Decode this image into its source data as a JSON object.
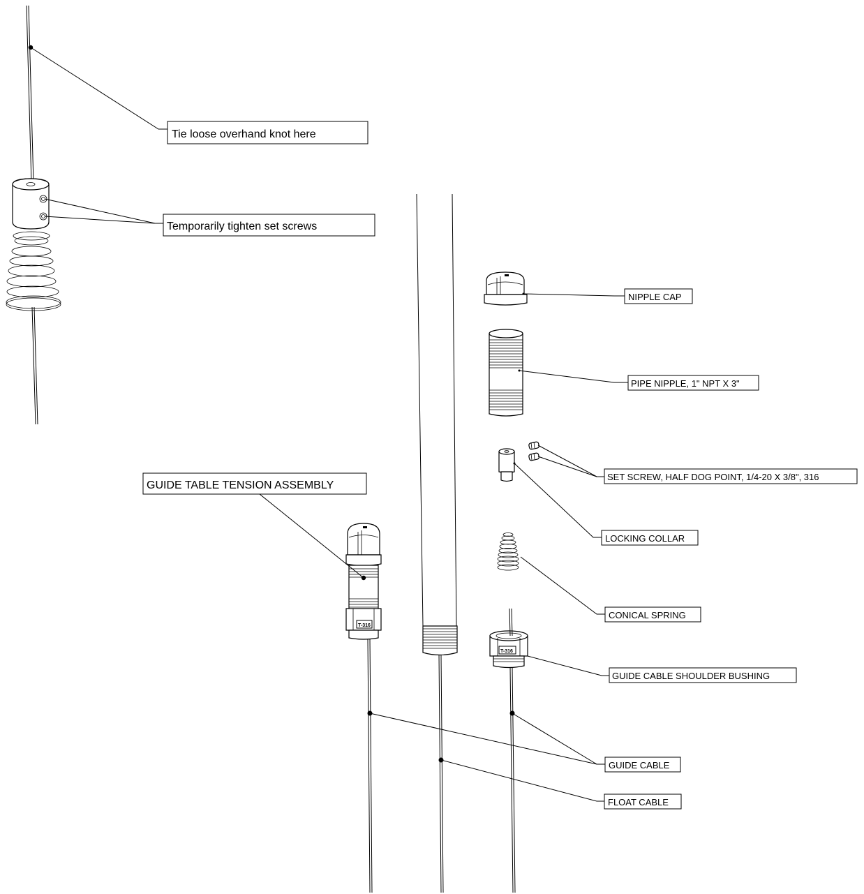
{
  "labels": {
    "tie_knot": "Tie loose overhand knot here",
    "set_screws_temp": "Temporarily tighten set screws",
    "guide_table_assembly": "GUIDE TABLE TENSION ASSEMBLY",
    "nipple_cap": "NIPPLE CAP",
    "pipe_nipple": "PIPE NIPPLE, 1\" NPT X 3\"",
    "set_screw": "SET SCREW, HALF DOG POINT, 1/4-20 X 3/8\", 316",
    "locking_collar": "LOCKING COLLAR",
    "conical_spring": "CONICAL SPRING",
    "shoulder_bushing": "GUIDE CABLE SHOULDER BUSHING",
    "guide_cable": "GUIDE CABLE",
    "float_cable": "FLOAT CABLE"
  },
  "markings": {
    "bushing_stamp_assembly": "T-316",
    "bushing_stamp_part": "T-316"
  },
  "style": {
    "line_color": "#000000",
    "background": "#ffffff"
  }
}
